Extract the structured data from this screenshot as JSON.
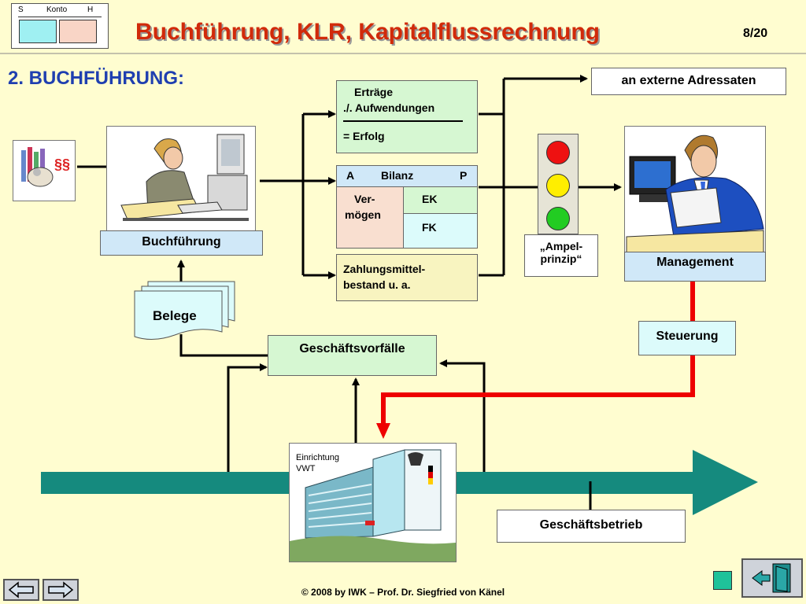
{
  "header": {
    "title": "Buchführung, KLR, Kapitalflussrechnung",
    "page": "8/20",
    "konto": {
      "s": "S",
      "label": "Konto",
      "h": "H"
    }
  },
  "section": {
    "heading": "2. BUCHFÜHRUNG:"
  },
  "icons": {
    "law": "paragraph-icon",
    "law_glyph": "§§"
  },
  "diagram": {
    "buchfuehrung_label": "Buchführung",
    "belege_label": "Belege",
    "geschaeftsvorfaelle_label": "Geschäftsvorfälle",
    "ergebnis": {
      "line1": "Erträge",
      "line2": "./. Aufwendungen",
      "line3": "= Erfolg"
    },
    "bilanz": {
      "a": "A",
      "title": "Bilanz",
      "p": "P",
      "vermoegen_1": "Ver-",
      "vermoegen_2": "mögen",
      "ek": "EK",
      "fk": "FK"
    },
    "zahlungsmittel": {
      "line1": "Zahlungsmittel-",
      "line2": "bestand u. a."
    },
    "ampel": {
      "line1": "„Ampel-",
      "line2": "prinzip“"
    },
    "extern_label": "an externe Adressaten",
    "management_label": "Management",
    "steuerung_label": "Steuerung",
    "einrichtung": {
      "line1": "Einrichtung",
      "line2": "VWT"
    },
    "geschaeftsbetrieb_label": "Geschäftsbetrieb"
  },
  "colors": {
    "background": "#fffdd0",
    "title": "#d12a0a",
    "heading": "#1f3fb0",
    "teal": "#158a7e",
    "green_box": "#d6f7d2",
    "blue_box": "#d0e8f8",
    "cyan_box": "#dcfbfb",
    "red_line": "#ee0000"
  },
  "footer": {
    "copyright": "© 2008 by IWK – Prof. Dr. Siegfried von Känel"
  }
}
